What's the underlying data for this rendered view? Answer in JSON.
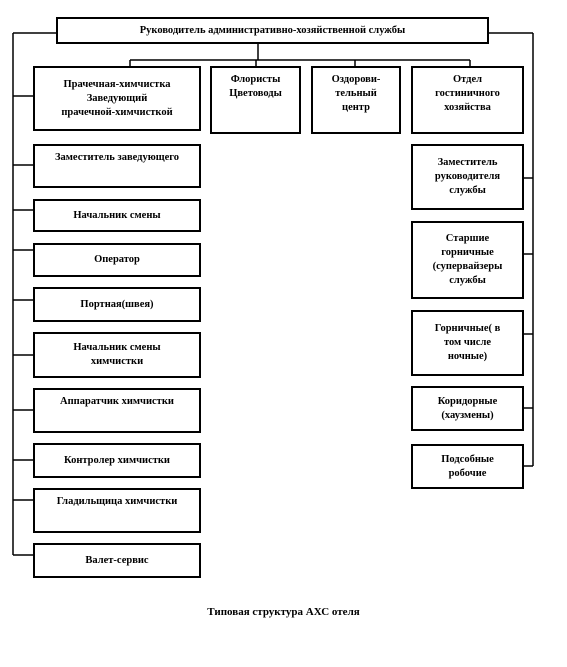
{
  "diagram": {
    "root": "Руководитель административно-хозяйственной службы",
    "top_branches": {
      "laundry_head": "Прачечная-химчистка\nЗаведующий\nпрачечной-химчисткой",
      "florists": "Флористы\nЦветоводы",
      "health_center": "Оздорови-\nтельный\nцентр",
      "housekeeping_dept": "Отдел\nгостиничного\nхозяйства"
    },
    "laundry_staff": [
      "Заместитель заведующего",
      "Начальник смены",
      "Оператор",
      "Портная(швея)",
      "Начальник смены\nхимчистки",
      "Аппаратчик химчистки",
      "Контролер химчистки",
      "Гладильщица  химчистки",
      "Валет-сервис"
    ],
    "housekeeping_staff": [
      "Заместитель\nруководителя\nслужбы",
      "Старшие\nгорничные\n(супервайзеры\nслужбы",
      "Горничные( в\nтом числе\nночные)",
      "Коридорные\n(хаузмены)",
      "Подсобные\nробочие"
    ]
  },
  "caption": "Типовая структура АХС отеля"
}
